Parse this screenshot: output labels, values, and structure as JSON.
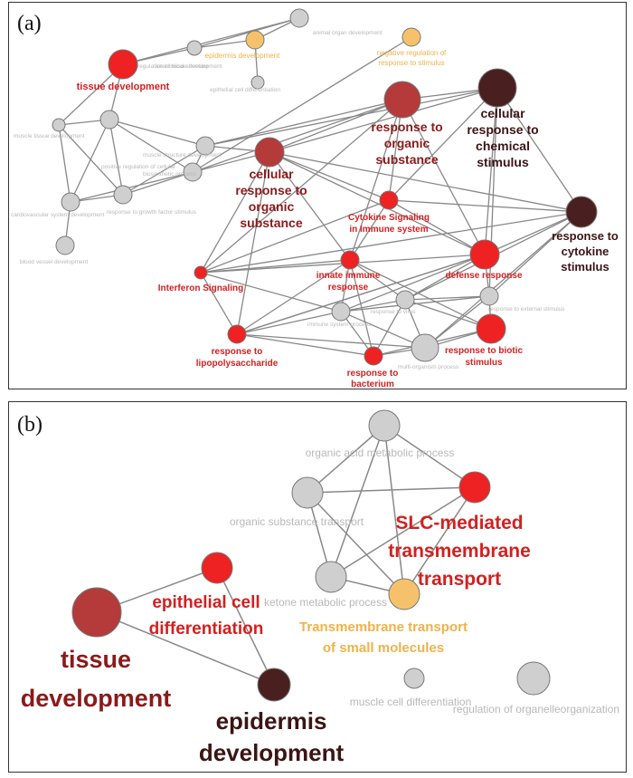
{
  "panel_a": {
    "label": "(a)",
    "labels": {
      "tissue_development": "tissue development",
      "epidermis_development": "epidermis development",
      "negative_regulation_line1": "negative regulation of",
      "negative_regulation_line2": "response to stimulus",
      "response_organic_1": "response to",
      "response_organic_2": "organic",
      "response_organic_3": "substance",
      "cellular_chemical_1": "cellular",
      "cellular_chemical_2": "response to",
      "cellular_chemical_3": "chemical",
      "cellular_chemical_4": "stimulus",
      "cellular_organic_1": "cellular",
      "cellular_organic_2": "response to",
      "cellular_organic_3": "organic",
      "cellular_organic_4": "substance",
      "cytokine_signaling_1": "Cytokine Signaling",
      "cytokine_signaling_2": "in Immune system",
      "response_cytokine_1": "response to",
      "response_cytokine_2": "cytokine",
      "response_cytokine_3": "stimulus",
      "interferon_signaling": "Interferon Signaling",
      "innate_immune_1": "innate immune",
      "innate_immune_2": "response",
      "defense_response": "defense response",
      "lps_1": "response to",
      "lps_2": "lipopolysaccharide",
      "bacterium_1": "response to",
      "bacterium_2": "bacterium",
      "biotic_1": "response to biotic",
      "biotic_2": "stimulus"
    }
  },
  "panel_b": {
    "label": "(b)",
    "labels": {
      "organic_acid": "organic acid metabolic process",
      "organic_substance_transport": "organic substance transport",
      "slc_1": "SLC-mediated",
      "slc_2": "transmembrane",
      "slc_3": "transport",
      "epithelial_1": "epithelial cell",
      "epithelial_2": "differentiation",
      "ketone": "ketone metabolic process",
      "transmembrane_small_1": "Transmembrane transport",
      "transmembrane_small_2": "of small molecules",
      "tissue_1": "tissue",
      "tissue_2": "development",
      "epidermis_1": "epidermis",
      "epidermis_2": "development",
      "muscle": "muscle cell differentiation",
      "organelle": "regulation of organelleorganization"
    }
  },
  "colors": {
    "dark_red": "#b53a3a",
    "very_dark": "#4a1f1f",
    "bright_red": "#ee2222",
    "orange": "#f5c26b",
    "grey": "#cfcfcf",
    "label_red": "#d42020",
    "label_dark_red": "#8b1a1a",
    "label_dark": "#3c1515",
    "label_orange": "#f0b24a"
  }
}
